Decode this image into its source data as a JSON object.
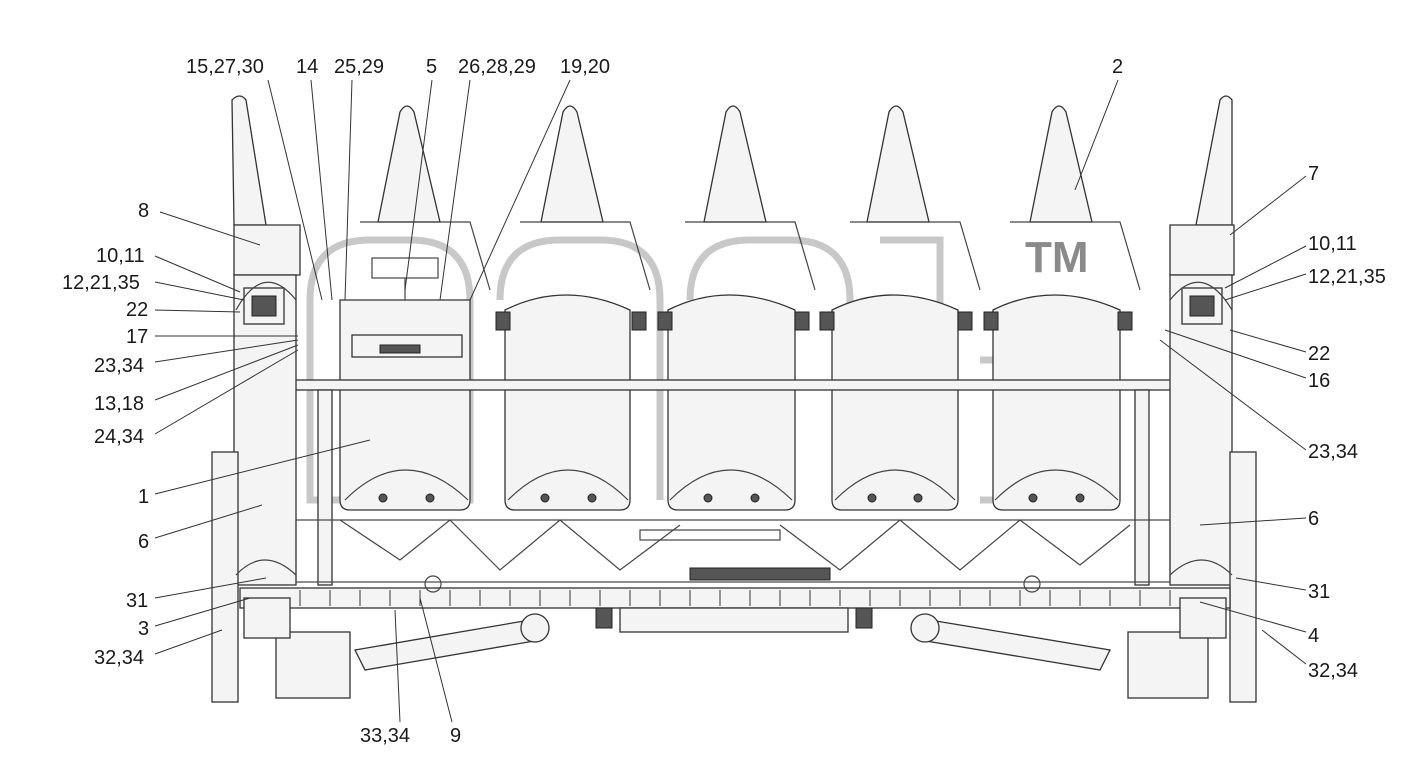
{
  "watermark": {
    "mark": "TM"
  },
  "callouts": [
    {
      "id": "c-15-27-30",
      "text": "15,27,30"
    },
    {
      "id": "c-14",
      "text": "14"
    },
    {
      "id": "c-25-29",
      "text": "25,29"
    },
    {
      "id": "c-5",
      "text": "5"
    },
    {
      "id": "c-26-28-29",
      "text": "26,28,29"
    },
    {
      "id": "c-19-20",
      "text": "19,20"
    },
    {
      "id": "c-2",
      "text": "2"
    },
    {
      "id": "c-8",
      "text": "8"
    },
    {
      "id": "c-10-11-left",
      "text": "10,11"
    },
    {
      "id": "c-12-21-35-left",
      "text": "12,21,35"
    },
    {
      "id": "c-22-left",
      "text": "22"
    },
    {
      "id": "c-17",
      "text": "17"
    },
    {
      "id": "c-23-34-left",
      "text": "23,34"
    },
    {
      "id": "c-13-18",
      "text": "13,18"
    },
    {
      "id": "c-24-34",
      "text": "24,34"
    },
    {
      "id": "c-1",
      "text": "1"
    },
    {
      "id": "c-6-left",
      "text": "6"
    },
    {
      "id": "c-31-left",
      "text": "31"
    },
    {
      "id": "c-3",
      "text": "3"
    },
    {
      "id": "c-32-34-left",
      "text": "32,34"
    },
    {
      "id": "c-33-34",
      "text": "33,34"
    },
    {
      "id": "c-9",
      "text": "9"
    },
    {
      "id": "c-7",
      "text": "7"
    },
    {
      "id": "c-10-11-right",
      "text": "10,11"
    },
    {
      "id": "c-12-21-35-right",
      "text": "12,21,35"
    },
    {
      "id": "c-22-right",
      "text": "22"
    },
    {
      "id": "c-16",
      "text": "16"
    },
    {
      "id": "c-23-34-right",
      "text": "23,34"
    },
    {
      "id": "c-6-right",
      "text": "6"
    },
    {
      "id": "c-31-right",
      "text": "31"
    },
    {
      "id": "c-4",
      "text": "4"
    },
    {
      "id": "c-32-34-right",
      "text": "32,34"
    }
  ]
}
